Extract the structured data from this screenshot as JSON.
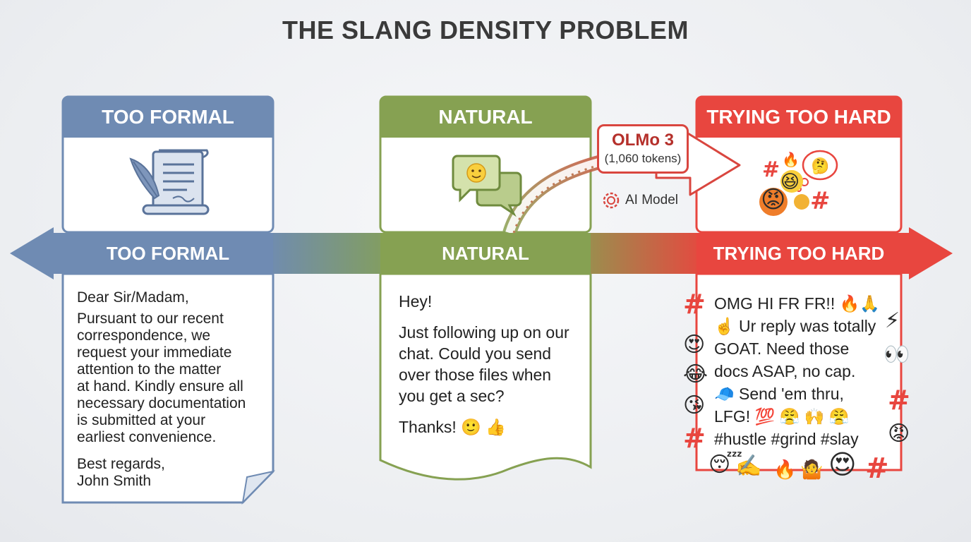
{
  "title": "THE SLANG DENSITY PROBLEM",
  "columns": {
    "formal": {
      "header": "TOO FORMAL",
      "band_label": "TOO FORMAL",
      "icon": "scroll-quill-icon",
      "color": "#6f8bb3",
      "text": {
        "greeting": "Dear Sir/Madam,",
        "body_lines": [
          "Pursuant to our recent",
          "correspondence, we",
          "request your immediate",
          "attention to the matter",
          "at hand. Kindly ensure all",
          "necessary documentation",
          "is submitted at your",
          "earliest convenience."
        ],
        "closing": "Best regards,",
        "name": "John Smith"
      }
    },
    "natural": {
      "header": "NATURAL",
      "band_label": "NATURAL",
      "icon": "chat-bubbles-icon",
      "color": "#86a152",
      "text": {
        "greeting": "Hey!",
        "body_lines": [
          "Just following up on our",
          "chat. Could you send",
          "over those files when",
          "you get a sec?"
        ],
        "closing": "Thanks! 🙂 👍"
      }
    },
    "trying": {
      "header": "TRYING TOO HARD",
      "band_label": "TRYING TOO HARD",
      "icon": "emoji-cluster-icon",
      "color": "#e8463f",
      "text_lines": [
        "OMG HI FR FR!! 🔥🙏",
        "☝️ Ur reply was totally",
        "GOAT. Need those",
        "docs ASAP, no cap.",
        "🧢 Send 'em thru,",
        "LFG! 💯 😤 🙌 😤",
        "#hustle #grind #slay"
      ]
    }
  },
  "callout": {
    "title": "OLMo 3",
    "subtitle": "(1,060 tokens)",
    "ai_label": "AI Model",
    "ai_icon": "gear-brain-icon"
  }
}
